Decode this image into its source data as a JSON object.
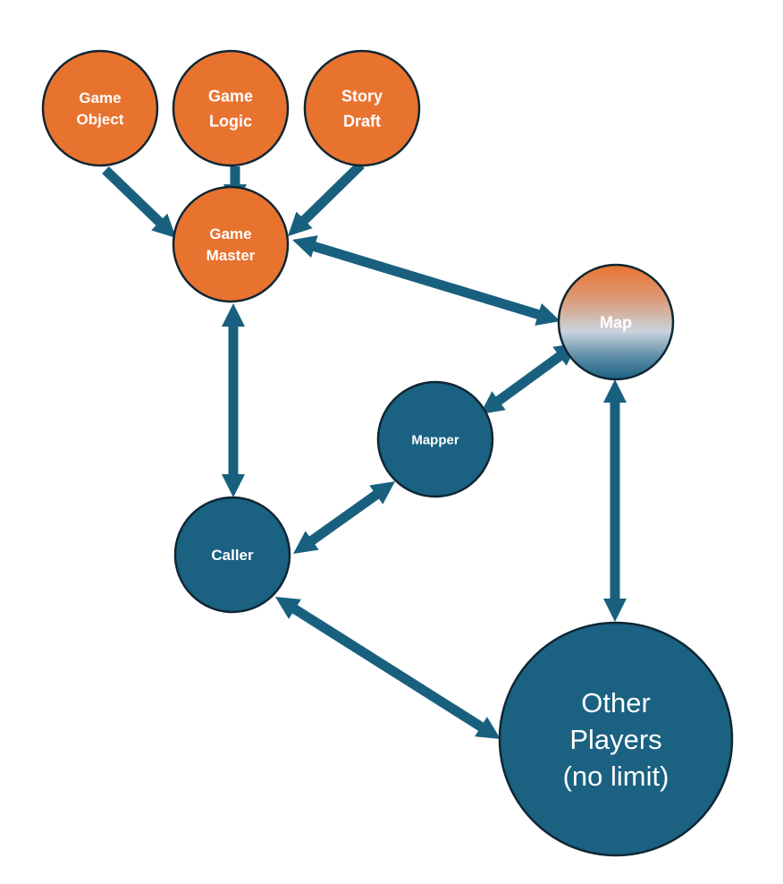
{
  "diagram": {
    "colors": {
      "orange": "#E8732F",
      "teal": "#1A6182",
      "outline": "#0F2634",
      "arrow": "#19607F",
      "map_gradient_mid": "#C8D2DC"
    },
    "nodes": [
      {
        "id": "game-object",
        "label_lines": [
          "Game",
          "Object"
        ],
        "fill": "orange"
      },
      {
        "id": "game-logic",
        "label_lines": [
          "Game",
          "Logic"
        ],
        "fill": "orange"
      },
      {
        "id": "story-draft",
        "label_lines": [
          "Story",
          "Draft"
        ],
        "fill": "orange"
      },
      {
        "id": "game-master",
        "label_lines": [
          "Game",
          "Master"
        ],
        "fill": "orange"
      },
      {
        "id": "map",
        "label_lines": [
          "Map"
        ],
        "fill": "gradient"
      },
      {
        "id": "mapper",
        "label_lines": [
          "Mapper"
        ],
        "fill": "teal"
      },
      {
        "id": "caller",
        "label_lines": [
          "Caller"
        ],
        "fill": "teal"
      },
      {
        "id": "other-players",
        "label_lines": [
          "Other",
          "Players",
          "(no limit)"
        ],
        "fill": "teal"
      }
    ],
    "edges": [
      {
        "from": "game-object",
        "to": "game-master",
        "direction": "forward"
      },
      {
        "from": "game-logic",
        "to": "game-master",
        "direction": "forward"
      },
      {
        "from": "story-draft",
        "to": "game-master",
        "direction": "forward"
      },
      {
        "from": "game-master",
        "to": "map",
        "direction": "both"
      },
      {
        "from": "game-master",
        "to": "caller",
        "direction": "both"
      },
      {
        "from": "mapper",
        "to": "map",
        "direction": "both"
      },
      {
        "from": "caller",
        "to": "mapper",
        "direction": "both"
      },
      {
        "from": "map",
        "to": "other-players",
        "direction": "both"
      },
      {
        "from": "caller",
        "to": "other-players",
        "direction": "both"
      }
    ]
  }
}
